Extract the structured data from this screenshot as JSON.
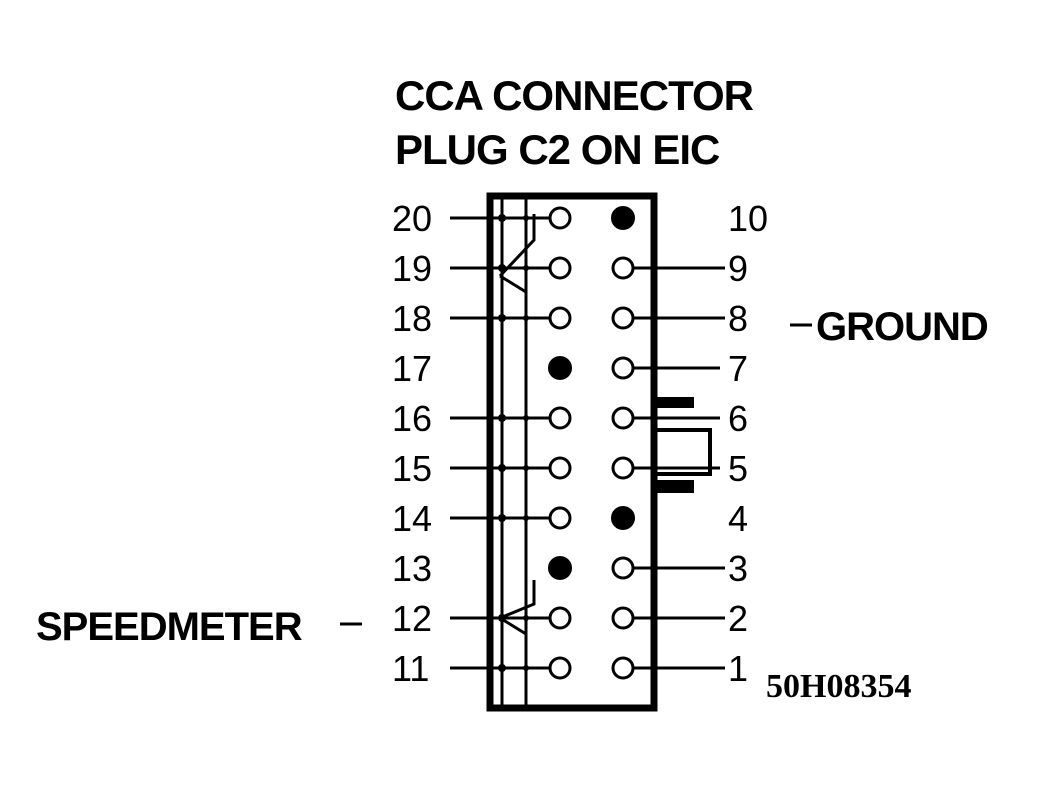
{
  "title_line1": "CCA CONNECTOR",
  "title_line2": "PLUG C2 ON EIC",
  "ground_label": "GROUND",
  "speedometer_label": "SPEEDMETER",
  "figure_code": "50H08354",
  "left_pins": [
    {
      "number": "20",
      "state": "open",
      "wired": true
    },
    {
      "number": "19",
      "state": "open",
      "wired": true
    },
    {
      "number": "18",
      "state": "open",
      "wired": true
    },
    {
      "number": "17",
      "state": "filled",
      "wired": false
    },
    {
      "number": "16",
      "state": "open",
      "wired": true
    },
    {
      "number": "15",
      "state": "open",
      "wired": true
    },
    {
      "number": "14",
      "state": "open",
      "wired": true
    },
    {
      "number": "13",
      "state": "filled",
      "wired": false
    },
    {
      "number": "12",
      "state": "open",
      "wired": true
    },
    {
      "number": "11",
      "state": "open",
      "wired": true
    }
  ],
  "right_pins": [
    {
      "number": "10",
      "state": "filled",
      "wired": false
    },
    {
      "number": "9",
      "state": "open",
      "wired": true
    },
    {
      "number": "8",
      "state": "open",
      "wired": true
    },
    {
      "number": "7",
      "state": "open",
      "wired": true
    },
    {
      "number": "6",
      "state": "open",
      "wired": true
    },
    {
      "number": "5",
      "state": "open",
      "wired": true
    },
    {
      "number": "4",
      "state": "filled",
      "wired": false
    },
    {
      "number": "3",
      "state": "open",
      "wired": true
    },
    {
      "number": "2",
      "state": "open",
      "wired": true
    },
    {
      "number": "1",
      "state": "open",
      "wired": true
    }
  ]
}
